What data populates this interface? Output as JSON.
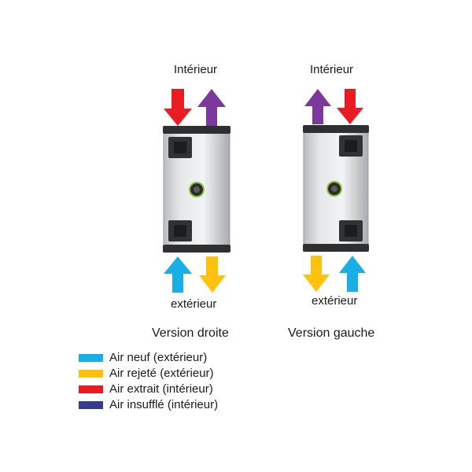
{
  "colors": {
    "air_neuf": "#19aee6",
    "air_rejete": "#fdc20d",
    "air_extrait": "#e91c23",
    "air_insuffle_arrow": "#7b3a9b",
    "air_insuffle_legend": "#363a8c"
  },
  "left_unit": {
    "top_label": "Intérieur",
    "bottom_label": "extérieur",
    "caption": "Version droite"
  },
  "right_unit": {
    "top_label": "Intérieur",
    "bottom_label": "extérieur",
    "caption": "Version gauche"
  },
  "legend": [
    {
      "label": "Air neuf (extérieur)",
      "color": "#19aee6"
    },
    {
      "label": "Air rejeté (extérieur)",
      "color": "#fdc20d"
    },
    {
      "label": "Air extrait (intérieur)",
      "color": "#e91c23"
    },
    {
      "label": "Air insufflé (intérieur)",
      "color": "#363a8c"
    }
  ]
}
